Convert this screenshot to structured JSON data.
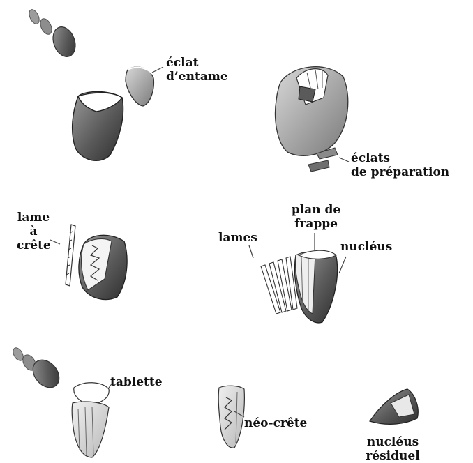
{
  "labels": {
    "eclat_entame": [
      "éclat",
      "d’entame"
    ],
    "eclats_preparation": [
      "éclats",
      "de préparation"
    ],
    "lame_a_crete": [
      "lame",
      "à",
      "crête"
    ],
    "plan_de_frappe": [
      "plan de",
      "frappe"
    ],
    "lames": "lames",
    "nucleus": "nucléus",
    "tablette": "tablette",
    "neo_crete": "néo-crête",
    "nucleus_residuel": [
      "nucléus",
      "résiduel"
    ]
  },
  "colors": {
    "ink": "#111111",
    "pencil_dark": "#3a3a3a",
    "pencil_mid": "#8a8a8a",
    "pencil_light": "#d4d4d4"
  }
}
